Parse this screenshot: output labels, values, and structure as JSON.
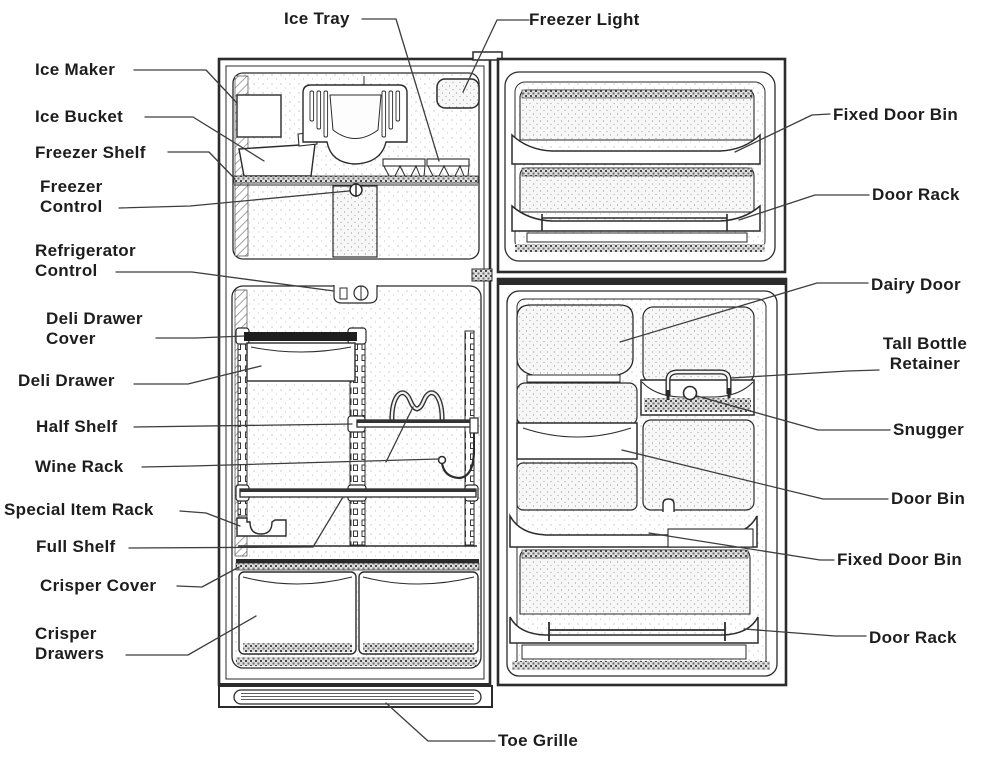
{
  "diagram": {
    "type": "refrigerator-parts-diagram",
    "colors": {
      "background": "#ffffff",
      "ink": "#2b2b2b",
      "text": "#1d1d1d"
    }
  },
  "labels": {
    "ice_tray": "Ice Tray",
    "freezer_light": "Freezer Light",
    "ice_maker": "Ice Maker",
    "ice_bucket": "Ice Bucket",
    "freezer_shelf": "Freezer Shelf",
    "freezer_control": "Freezer\nControl",
    "refrigerator_control": "Refrigerator\nControl",
    "deli_drawer_cover": "Deli Drawer\nCover",
    "deli_drawer": "Deli Drawer",
    "half_shelf": "Half Shelf",
    "wine_rack": "Wine Rack",
    "special_item_rack": "Special Item Rack",
    "full_shelf": "Full Shelf",
    "crisper_cover": "Crisper Cover",
    "crisper_drawers": "Crisper\nDrawers",
    "fixed_door_bin_freezer": "Fixed Door Bin",
    "door_rack_freezer": "Door Rack",
    "dairy_door": "Dairy Door",
    "tall_bottle_retainer": "Tall Bottle\nRetainer",
    "snugger": "Snugger",
    "door_bin": "Door Bin",
    "fixed_door_bin_fridge": "Fixed Door Bin",
    "door_rack_fridge": "Door Rack",
    "toe_grille": "Toe Grille"
  }
}
